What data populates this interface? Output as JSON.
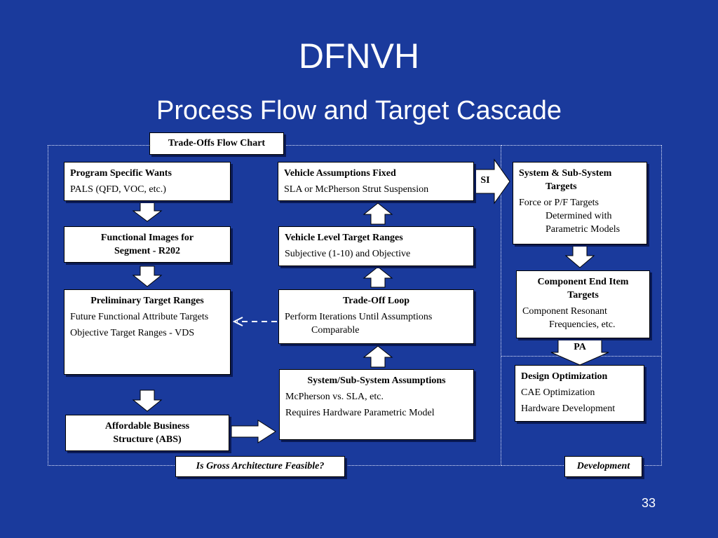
{
  "title": "DFNVH",
  "subtitle": "Process Flow and Target Cascade",
  "flowchart_label": "Trade-Offs Flow Chart",
  "boxes": {
    "program_wants": {
      "heading": "Program Specific Wants",
      "lines": [
        "PALS (QFD, VOC, etc.)"
      ]
    },
    "functional_images": {
      "heading": "Functional Images for Segment - R202"
    },
    "preliminary_ranges": {
      "heading": "Preliminary Target Ranges",
      "lines": [
        "Future Functional Attribute Targets",
        "Objective Target Ranges - VDS"
      ]
    },
    "abs": {
      "heading": "Affordable Business Structure (ABS)"
    },
    "vehicle_assumptions": {
      "heading": "Vehicle Assumptions Fixed",
      "lines": [
        "SLA or McPherson Strut Suspension"
      ]
    },
    "vehicle_level_ranges": {
      "heading": "Vehicle Level Target Ranges",
      "lines": [
        "Subjective (1-10) and Objective"
      ]
    },
    "tradeoff_loop": {
      "heading": "Trade-Off Loop",
      "lines": [
        "Perform Iterations Until Assumptions Comparable"
      ]
    },
    "system_assumptions": {
      "heading": "System/Sub-System Assumptions",
      "lines": [
        "McPherson vs. SLA, etc.",
        "Requires Hardware Parametric Model"
      ]
    },
    "system_targets": {
      "heading": "System & Sub-System Targets",
      "lines": [
        "Force or P/F Targets Determined with Parametric Models"
      ]
    },
    "component_targets": {
      "heading": "Component End Item Targets",
      "lines": [
        "Component Resonant Frequencies, etc."
      ]
    },
    "design_optimization": {
      "heading": "Design Optimization",
      "lines": [
        "CAE Optimization",
        "Hardware Development"
      ]
    }
  },
  "arrow_labels": {
    "si": "SI",
    "pa": "PA"
  },
  "bottom_labels": {
    "feasibility": "Is Gross Architecture Feasible?",
    "development": "Development"
  },
  "page_number": "33"
}
